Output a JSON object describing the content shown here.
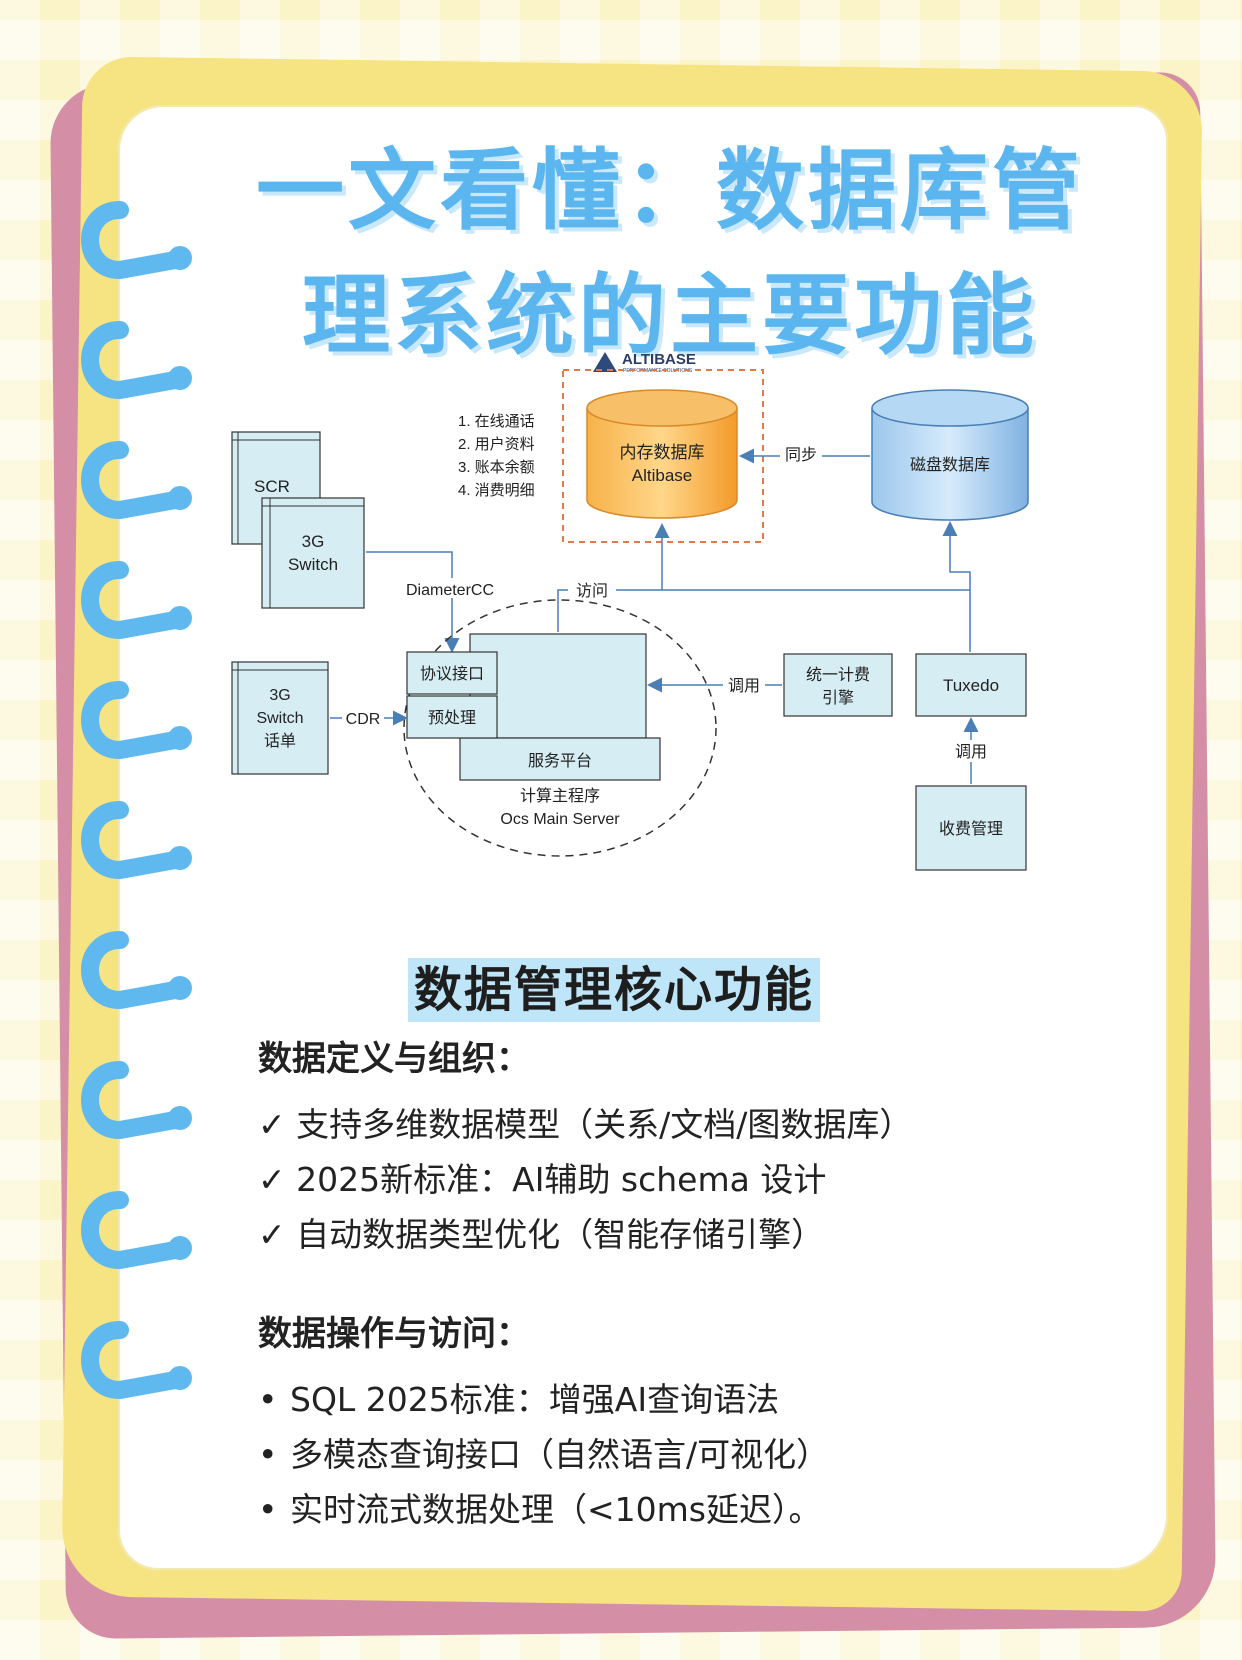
{
  "title": {
    "line1": "一文看懂：数据库管",
    "line2": "理系统的主要功能"
  },
  "diagram": {
    "logo": {
      "name": "ALTIBASE",
      "tagline": "PERFORMANCE SOLUTIONS"
    },
    "info_list": [
      "1. 在线通话",
      "2. 用户资料",
      "3. 账本余额",
      "4. 消费明细"
    ],
    "memory_db": {
      "line1": "内存数据库",
      "line2": "Altibase"
    },
    "sync_label": "同步",
    "disk_db": "磁盘数据库",
    "scr": "SCR",
    "switch_3g": {
      "line1": "3G",
      "line2": "Switch"
    },
    "diameter_label": "DiameterCC",
    "access_label": "访问",
    "protocol_interface": "协议接口",
    "preprocess": "预处理",
    "service_platform": "服务平台",
    "main_program": {
      "line1": "计算主程序",
      "line2": "Ocs Main Server"
    },
    "call_label_1": "调用",
    "billing_engine": {
      "line1": "统一计费",
      "line2": "引擎"
    },
    "tuxedo": "Tuxedo",
    "call_label_2": "调用",
    "charge_mgmt": "收费管理",
    "switch_cdr": {
      "line1": "3G",
      "line2": "Switch",
      "line3": "话单"
    },
    "cdr_label": "CDR",
    "colors": {
      "box_fill": "#d6eef3",
      "orange": "#f6a537",
      "blue_db": "#8fbfe8",
      "dash": "#e07a4a"
    }
  },
  "section_heading": "数据管理核心功能",
  "block1": {
    "heading": "数据定义与组织：",
    "items": [
      "✓ 支持多维数据模型（关系/文档/图数据库）",
      "✓ 2025新标准：AI辅助 schema 设计",
      "✓ 自动数据类型优化（智能存储引擎）"
    ]
  },
  "block2": {
    "heading": "数据操作与访问：",
    "bullet": "•",
    "items": [
      "SQL 2025标准：增强AI查询语法",
      "多模态查询接口（自然语言/可视化）",
      "实时流式数据处理（<10ms延迟）。"
    ]
  },
  "decor": {
    "ring_icon": "spiral-ring-icon",
    "ring_color": "#5fb8ee"
  }
}
